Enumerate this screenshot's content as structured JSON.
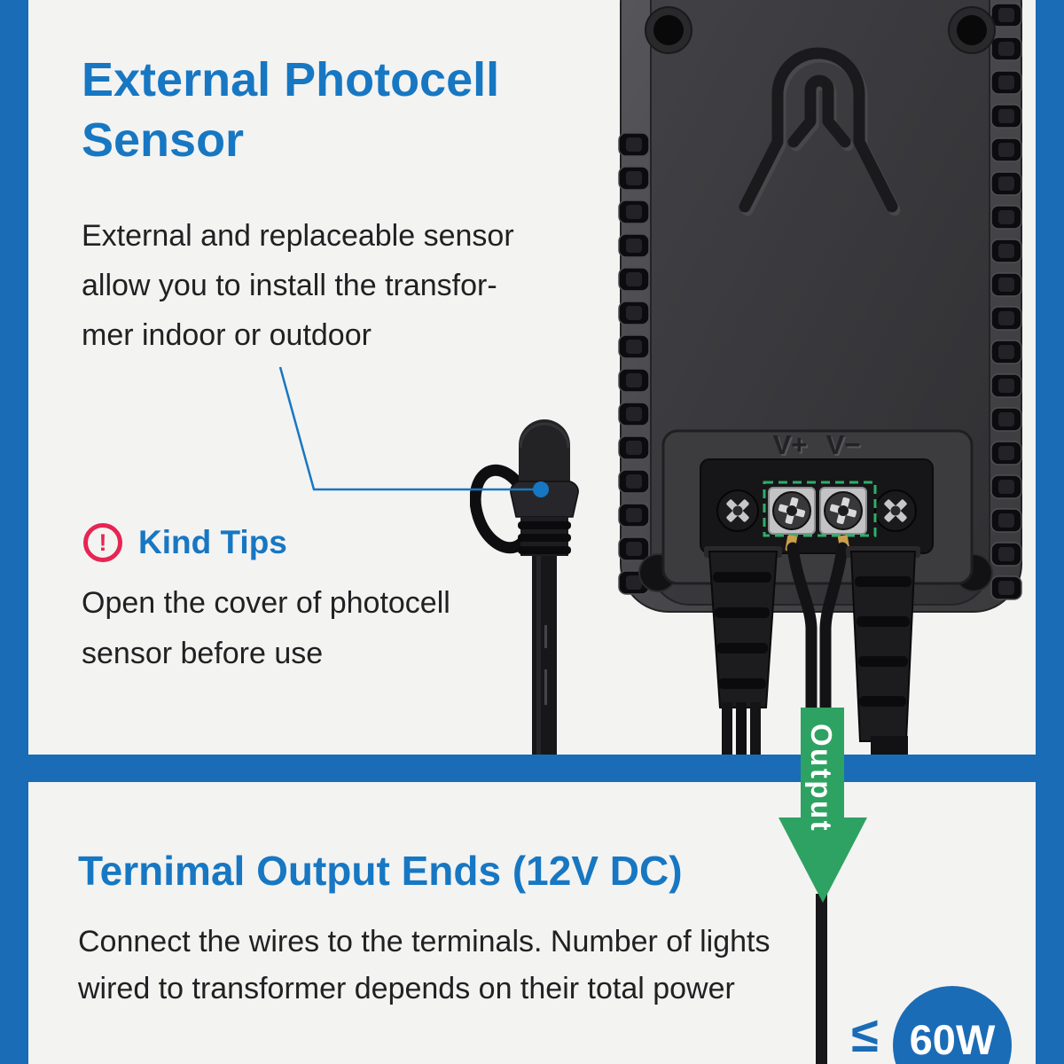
{
  "colors": {
    "accent_blue": "#1777c2",
    "band_blue": "#1a6cb6",
    "arrow_green": "#2ea262",
    "tip_red": "#e62553"
  },
  "section_photocell": {
    "title_lines": [
      "External Photocell",
      "Sensor"
    ],
    "description_lines": [
      "External and replaceable sensor",
      "allow you to install the transfor-",
      "mer indoor or outdoor"
    ],
    "kind_tips": {
      "icon": "alert-circle-icon",
      "icon_glyph": "!",
      "label": "Kind Tips",
      "description_lines": [
        "Open the cover of photocell",
        "sensor before use"
      ]
    }
  },
  "transformer": {
    "terminal_positive": "V+",
    "terminal_negative": "V−"
  },
  "output_flow": {
    "arrow_label": "Output"
  },
  "section_terminal": {
    "title": "Ternimal Output Ends (12V DC)",
    "description_lines": [
      "Connect the wires to the terminals. Number of lights",
      "wired to transformer depends on their total power"
    ],
    "max_load": {
      "operator": "≤",
      "value": "60W"
    }
  }
}
